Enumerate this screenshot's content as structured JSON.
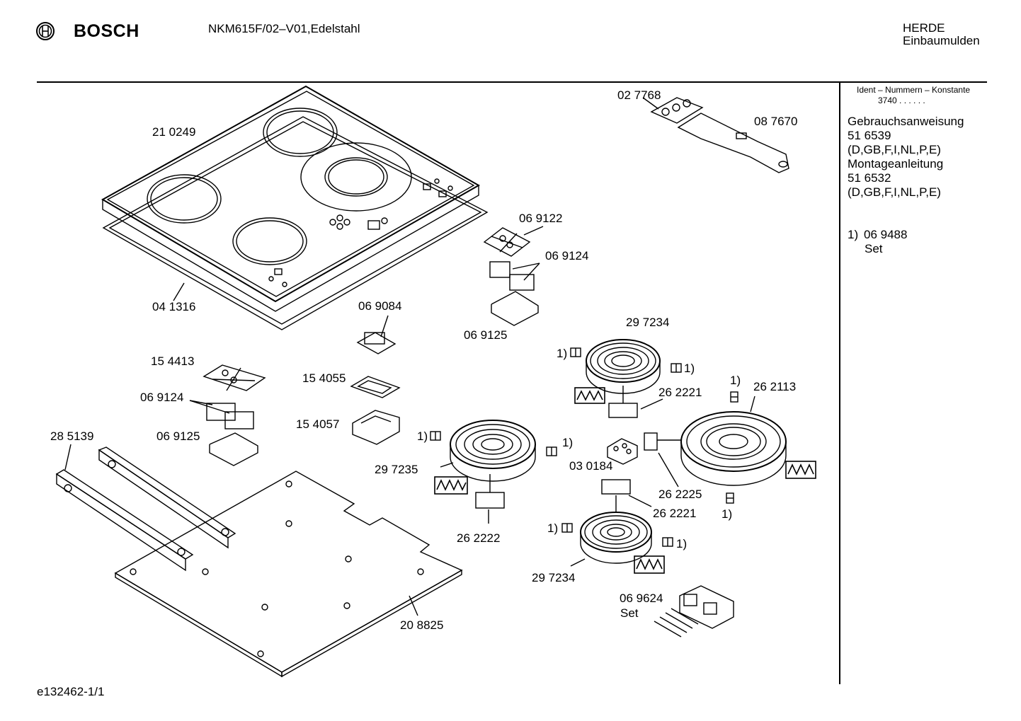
{
  "header": {
    "brand": "BOSCH",
    "model": "NKM615F/02–V01,Edelstahl",
    "category_line1": "HERDE",
    "category_line2": "Einbaumulden"
  },
  "sidebar": {
    "ident_label": "Ident – Nummern – Konstante",
    "ident_value": "3740 . . . . . .",
    "doc1_title": "Gebrauchsanweisung",
    "doc1_number": "51 6539",
    "doc1_langs": "(D,GB,F,I,NL,P,E)",
    "doc2_title": "Montageanleitung",
    "doc2_number": "51 6532",
    "doc2_langs": "(D,GB,F,I,NL,P,E)",
    "note_marker": "1)",
    "note_number": "06 9488",
    "note_text": "Set"
  },
  "parts": {
    "p027768": "02 7768",
    "p087670": "08 7670",
    "p210249": "21 0249",
    "p041316": "04 1316",
    "p069122": "06 9122",
    "p069124a": "06 9124",
    "p069125a": "06 9125",
    "p069084": "06 9084",
    "p154413": "15 4413",
    "p154055": "15 4055",
    "p154057": "15 4057",
    "p069124b": "06 9124",
    "p069125b": "06 9125",
    "p285139": "28 5139",
    "p297234a": "29 7234",
    "p262221a": "26 2221",
    "p262113": "26 2113",
    "p297235": "29 7235",
    "p262222": "26 2222",
    "p030184": "03 0184",
    "p262225": "26 2225",
    "p262221b": "26 2221",
    "p297234b": "29 7234",
    "p069624": "06 9624",
    "p069624_set": "Set",
    "p208825": "20 8825"
  },
  "notes": {
    "n1": "1)",
    "n2": "1)",
    "n3": "1)",
    "n4": "1)",
    "n5": "1)",
    "n6": "1)",
    "n7": "1)",
    "n8": "1)",
    "n9": "1)"
  },
  "footer": {
    "drawing_id": "e132462-1/1"
  }
}
